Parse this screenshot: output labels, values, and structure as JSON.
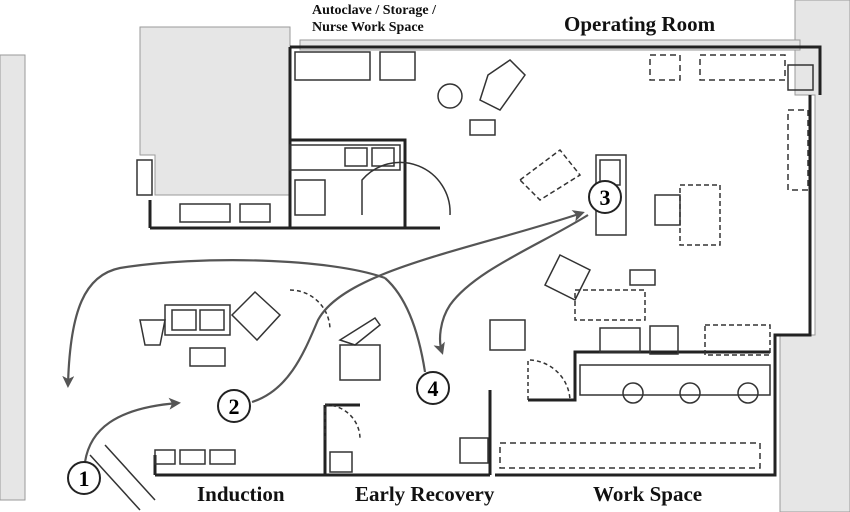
{
  "labels": {
    "autoclave_line1": "Autoclave / Storage /",
    "autoclave_line2": "Nurse Work Space",
    "operating_room": "Operating Room",
    "induction": "Induction",
    "early_recovery": "Early Recovery",
    "work_space": "Work Space"
  },
  "markers": [
    "1",
    "2",
    "3",
    "4"
  ]
}
